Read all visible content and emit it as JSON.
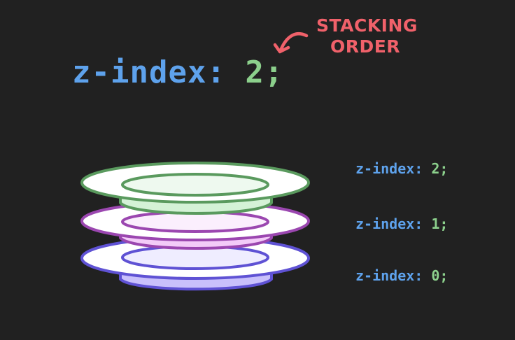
{
  "heading": {
    "property": "z-index:",
    "value": "2;"
  },
  "annotation": {
    "line1": "STACKING",
    "line2": "ORDER"
  },
  "layers": [
    {
      "property": "z-index:",
      "value": "2;",
      "color": "#5a9a5e",
      "fill": "#d4f2d6"
    },
    {
      "property": "z-index:",
      "value": "1;",
      "color": "#9b47b0",
      "fill": "#f3cbf8"
    },
    {
      "property": "z-index:",
      "value": "0;",
      "color": "#5f52d4",
      "fill": "#c9c0fb"
    }
  ],
  "colors": {
    "background": "#212121",
    "keyword": "#5ea2ec",
    "number": "#8cd08c",
    "annotation": "#f0616a"
  }
}
